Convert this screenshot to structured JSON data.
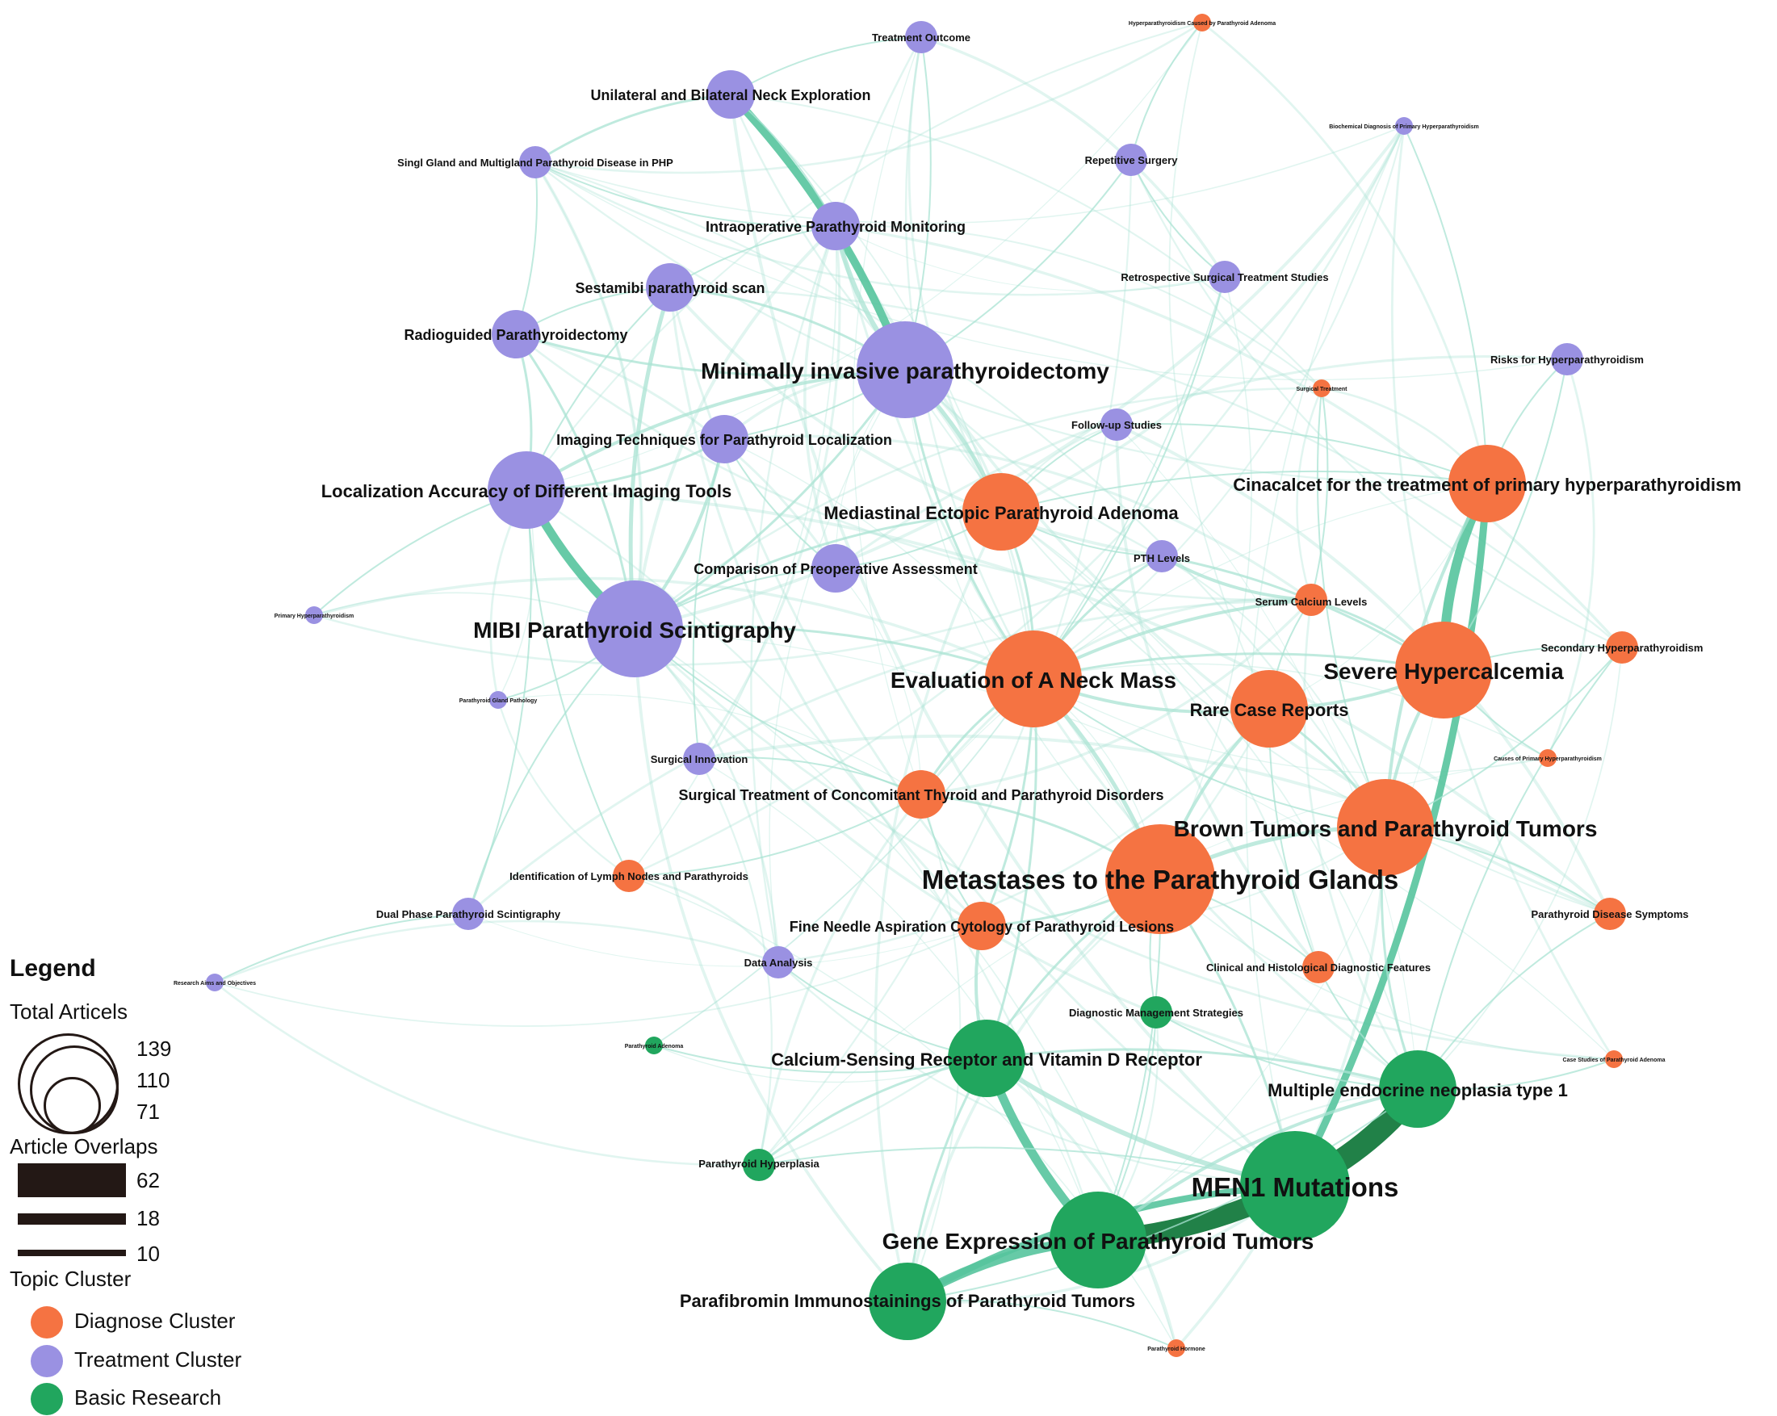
{
  "colors": {
    "diagnose": "#f57342",
    "treatment": "#9a91e2",
    "basic": "#21a65e",
    "edge": "#a9e3d3",
    "edge_strong": "#57c49d",
    "edge_darkest": "#157a3e",
    "background": "#ffffff",
    "ink": "#231815"
  },
  "legend": {
    "title": "Legend",
    "size_heading": "Total Articels",
    "size_values": [
      "139",
      "110",
      "71"
    ],
    "overlap_heading": "Article Overlaps",
    "overlap_values": [
      "62",
      "18",
      "10"
    ],
    "cluster_heading": "Topic Cluster",
    "clusters": [
      {
        "key": "diagnose",
        "label": "Diagnose Cluster"
      },
      {
        "key": "treatment",
        "label": "Treatment Cluster"
      },
      {
        "key": "basic",
        "label": "Basic Research"
      }
    ]
  },
  "nodes": [
    {
      "id": "treatment-outcome",
      "label": "Treatment Outcome",
      "cluster": "treatment",
      "size": "small"
    },
    {
      "id": "hpt-parathyroid-adenoma",
      "label": "Hyperparathyroidism Caused by Parathyroid Adenoma",
      "cluster": "diagnose",
      "size": "tiny"
    },
    {
      "id": "neck-exploration",
      "label": "Unilateral and Bilateral Neck Exploration",
      "cluster": "treatment",
      "size": "medium"
    },
    {
      "id": "biochemical-diagnosis",
      "label": "Biochemical Diagnosis of Primary Hyperparathyroidism",
      "cluster": "treatment",
      "size": "tiny"
    },
    {
      "id": "single-multigland",
      "label": "Singl Gland and Multigland Parathyroid Disease in PHP",
      "cluster": "treatment",
      "size": "small"
    },
    {
      "id": "repetitive-surgery",
      "label": "Repetitive Surgery",
      "cluster": "treatment",
      "size": "small"
    },
    {
      "id": "intraoperative-monitoring",
      "label": "Intraoperative Parathyroid Monitoring",
      "cluster": "treatment",
      "size": "medium"
    },
    {
      "id": "sestamibi-scan",
      "label": "Sestamibi parathyroid scan",
      "cluster": "treatment",
      "size": "medium"
    },
    {
      "id": "retrospective-surgical",
      "label": "Retrospective Surgical Treatment Studies",
      "cluster": "treatment",
      "size": "small"
    },
    {
      "id": "radioguided",
      "label": "Radioguided Parathyroidectomy",
      "cluster": "treatment",
      "size": "medium"
    },
    {
      "id": "risks-hpt",
      "label": "Risks for Hyperparathyroidism",
      "cluster": "treatment",
      "size": "small"
    },
    {
      "id": "minimally-invasive",
      "label": "Minimally invasive parathyroidectomy",
      "cluster": "treatment",
      "size": "xlarge"
    },
    {
      "id": "surgical-treatment",
      "label": "Surgical Treatment",
      "cluster": "diagnose",
      "size": "tiny"
    },
    {
      "id": "follow-up",
      "label": "Follow-up Studies",
      "cluster": "treatment",
      "size": "small"
    },
    {
      "id": "imaging-techniques",
      "label": "Imaging Techniques for Parathyroid Localization",
      "cluster": "treatment",
      "size": "medium"
    },
    {
      "id": "cinacalcet",
      "label": "Cinacalcet for the treatment of primary hyperparathyroidism",
      "cluster": "diagnose",
      "size": "large"
    },
    {
      "id": "localization-accuracy",
      "label": "Localization Accuracy of Different Imaging Tools",
      "cluster": "treatment",
      "size": "large"
    },
    {
      "id": "mediastinal-ectopic",
      "label": "Mediastinal Ectopic Parathyroid Adenoma",
      "cluster": "diagnose",
      "size": "large"
    },
    {
      "id": "pth-levels",
      "label": "PTH Levels",
      "cluster": "treatment",
      "size": "small"
    },
    {
      "id": "preoperative-assessment",
      "label": "Comparison of Preoperative Assessment",
      "cluster": "treatment",
      "size": "medium"
    },
    {
      "id": "serum-calcium",
      "label": "Serum Calcium Levels",
      "cluster": "diagnose",
      "size": "small"
    },
    {
      "id": "primary-hpt",
      "label": "Primary Hyperparathyroidism",
      "cluster": "treatment",
      "size": "tiny"
    },
    {
      "id": "mibi-scintigraphy",
      "label": "MIBI Parathyroid Scintigraphy",
      "cluster": "treatment",
      "size": "xlarge"
    },
    {
      "id": "secondary-hpt",
      "label": "Secondary Hyperparathyroidism",
      "cluster": "diagnose",
      "size": "small"
    },
    {
      "id": "neck-mass",
      "label": "Evaluation of A Neck Mass",
      "cluster": "diagnose",
      "size": "xlarge"
    },
    {
      "id": "severe-hypercalcemia",
      "label": "Severe Hypercalcemia",
      "cluster": "diagnose",
      "size": "xlarge"
    },
    {
      "id": "rare-case-reports",
      "label": "Rare Case Reports",
      "cluster": "diagnose",
      "size": "large"
    },
    {
      "id": "gland-pathology",
      "label": "Parathyroid Gland Pathology",
      "cluster": "treatment",
      "size": "tiny"
    },
    {
      "id": "causes-primary-hpt",
      "label": "Causes of Primary Hyperparathyroidism",
      "cluster": "diagnose",
      "size": "tiny"
    },
    {
      "id": "surgical-innovation",
      "label": "Surgical Innovation",
      "cluster": "treatment",
      "size": "small"
    },
    {
      "id": "concomitant-thyroid",
      "label": "Surgical Treatment of Concomitant Thyroid and Parathyroid Disorders",
      "cluster": "diagnose",
      "size": "medium"
    },
    {
      "id": "brown-tumors",
      "label": "Brown Tumors and Parathyroid Tumors",
      "cluster": "diagnose",
      "size": "xlarge"
    },
    {
      "id": "lymph-nodes",
      "label": "Identification of Lymph Nodes and Parathyroids",
      "cluster": "diagnose",
      "size": "small"
    },
    {
      "id": "metastases",
      "label": "Metastases to the Parathyroid Glands",
      "cluster": "diagnose",
      "size": "xxlarge"
    },
    {
      "id": "dual-phase",
      "label": "Dual Phase Parathyroid Scintigraphy",
      "cluster": "treatment",
      "size": "small"
    },
    {
      "id": "fna-cytology",
      "label": "Fine Needle Aspiration Cytology of Parathyroid Lesions",
      "cluster": "diagnose",
      "size": "medium"
    },
    {
      "id": "disease-symptoms",
      "label": "Parathyroid Disease Symptoms",
      "cluster": "diagnose",
      "size": "small"
    },
    {
      "id": "data-analysis",
      "label": "Data Analysis",
      "cluster": "treatment",
      "size": "small"
    },
    {
      "id": "clinical-histological",
      "label": "Clinical and Histological Diagnostic Features",
      "cluster": "diagnose",
      "size": "small"
    },
    {
      "id": "research-aims",
      "label": "Research Aims and Objectives",
      "cluster": "treatment",
      "size": "tiny"
    },
    {
      "id": "diagnostic-management",
      "label": "Diagnostic Management Strategies",
      "cluster": "basic",
      "size": "small"
    },
    {
      "id": "parathyroid-adenoma",
      "label": "Parathyroid Adenoma",
      "cluster": "basic",
      "size": "tiny"
    },
    {
      "id": "casr-vdr",
      "label": "Calcium-Sensing Receptor and Vitamin D Receptor",
      "cluster": "basic",
      "size": "large"
    },
    {
      "id": "case-studies-adenoma",
      "label": "Case Studies of Parathyroid Adenoma",
      "cluster": "diagnose",
      "size": "tiny"
    },
    {
      "id": "men1",
      "label": "Multiple endocrine neoplasia type 1",
      "cluster": "basic",
      "size": "large"
    },
    {
      "id": "parathyroid-hyperplasia",
      "label": "Parathyroid Hyperplasia",
      "cluster": "basic",
      "size": "small"
    },
    {
      "id": "men1-mutations",
      "label": "MEN1 Mutations",
      "cluster": "basic",
      "size": "xxlarge"
    },
    {
      "id": "gene-expression",
      "label": "Gene Expression of Parathyroid Tumors",
      "cluster": "basic",
      "size": "xlarge"
    },
    {
      "id": "parafibromin",
      "label": "Parafibromin Immunostainings of Parathyroid Tumors",
      "cluster": "basic",
      "size": "large"
    },
    {
      "id": "parathyroid-hormone",
      "label": "Parathyroid Hormone",
      "cluster": "diagnose",
      "size": "tiny"
    }
  ],
  "edges": [
    {
      "source": "men1-mutations",
      "target": "men1",
      "overlap": 62
    },
    {
      "source": "men1-mutations",
      "target": "gene-expression",
      "overlap": 55
    },
    {
      "source": "gene-expression",
      "target": "parafibromin",
      "overlap": 30
    },
    {
      "source": "gene-expression",
      "target": "casr-vdr",
      "overlap": 28
    },
    {
      "source": "men1-mutations",
      "target": "parafibromin",
      "overlap": 22
    },
    {
      "source": "men1-mutations",
      "target": "casr-vdr",
      "overlap": 18
    },
    {
      "source": "cinacalcet",
      "target": "severe-hypercalcemia",
      "overlap": 30
    },
    {
      "source": "cinacalcet",
      "target": "men1-mutations",
      "overlap": 24
    },
    {
      "source": "cinacalcet",
      "target": "brown-tumors",
      "overlap": 14
    },
    {
      "source": "mibi-scintigraphy",
      "target": "localization-accuracy",
      "overlap": 28
    },
    {
      "source": "mibi-scintigraphy",
      "target": "radioguided",
      "overlap": 12
    },
    {
      "source": "mibi-scintigraphy",
      "target": "sestamibi-scan",
      "overlap": 16
    },
    {
      "source": "mibi-scintigraphy",
      "target": "imaging-techniques",
      "overlap": 14
    },
    {
      "source": "mibi-scintigraphy",
      "target": "neck-mass",
      "overlap": 12
    },
    {
      "source": "mibi-scintigraphy",
      "target": "dual-phase",
      "overlap": 10
    },
    {
      "source": "neck-exploration",
      "target": "minimally-invasive",
      "overlap": 26
    },
    {
      "source": "neck-exploration",
      "target": "single-multigland",
      "overlap": 12
    },
    {
      "source": "neck-exploration",
      "target": "intraoperative-monitoring",
      "overlap": 10
    },
    {
      "source": "intraoperative-monitoring",
      "target": "minimally-invasive",
      "overlap": 18
    },
    {
      "source": "minimally-invasive",
      "target": "mediastinal-ectopic",
      "overlap": 16
    },
    {
      "source": "minimally-invasive",
      "target": "localization-accuracy",
      "overlap": 14
    },
    {
      "source": "minimally-invasive",
      "target": "radioguided",
      "overlap": 12
    },
    {
      "source": "minimally-invasive",
      "target": "sestamibi-scan",
      "overlap": 12
    },
    {
      "source": "minimally-invasive",
      "target": "imaging-techniques",
      "overlap": 10
    },
    {
      "source": "minimally-invasive",
      "target": "neck-mass",
      "overlap": 12
    },
    {
      "source": "minimally-invasive",
      "target": "mibi-scintigraphy",
      "overlap": 12
    },
    {
      "source": "localization-accuracy",
      "target": "radioguided",
      "overlap": 12
    },
    {
      "source": "localization-accuracy",
      "target": "sestamibi-scan",
      "overlap": 10
    },
    {
      "source": "localization-accuracy",
      "target": "imaging-techniques",
      "overlap": 12
    },
    {
      "source": "neck-mass",
      "target": "metastases",
      "overlap": 16
    },
    {
      "source": "neck-mass",
      "target": "rare-case-reports",
      "overlap": 14
    },
    {
      "source": "neck-mass",
      "target": "severe-hypercalcemia",
      "overlap": 12
    },
    {
      "source": "neck-mass",
      "target": "mediastinal-ectopic",
      "overlap": 12
    },
    {
      "source": "neck-mass",
      "target": "serum-calcium",
      "overlap": 14
    },
    {
      "source": "neck-mass",
      "target": "concomitant-thyroid",
      "overlap": 12
    },
    {
      "source": "neck-mass",
      "target": "fna-cytology",
      "overlap": 12
    },
    {
      "source": "neck-mass",
      "target": "brown-tumors",
      "overlap": 10
    },
    {
      "source": "neck-mass",
      "target": "casr-vdr",
      "overlap": 12
    },
    {
      "source": "pth-levels",
      "target": "serum-calcium",
      "overlap": 14
    },
    {
      "source": "pth-levels",
      "target": "severe-hypercalcemia",
      "overlap": 12
    },
    {
      "source": "pth-levels",
      "target": "neck-mass",
      "overlap": 12
    },
    {
      "source": "serum-calcium",
      "target": "severe-hypercalcemia",
      "overlap": 12
    },
    {
      "source": "serum-calcium",
      "target": "rare-case-reports",
      "overlap": 10
    },
    {
      "source": "severe-hypercalcemia",
      "target": "rare-case-reports",
      "overlap": 14
    },
    {
      "source": "severe-hypercalcemia",
      "target": "brown-tumors",
      "overlap": 14
    },
    {
      "source": "severe-hypercalcemia",
      "target": "secondary-hpt",
      "overlap": 10
    },
    {
      "source": "rare-case-reports",
      "target": "metastases",
      "overlap": 14
    },
    {
      "source": "rare-case-reports",
      "target": "brown-tumors",
      "overlap": 12
    },
    {
      "source": "brown-tumors",
      "target": "metastases",
      "overlap": 16
    },
    {
      "source": "brown-tumors",
      "target": "disease-symptoms",
      "overlap": 10
    },
    {
      "source": "brown-tumors",
      "target": "men1",
      "overlap": 12
    },
    {
      "source": "metastases",
      "target": "fna-cytology",
      "overlap": 12
    },
    {
      "source": "metastases",
      "target": "concomitant-thyroid",
      "overlap": 12
    },
    {
      "source": "metastases",
      "target": "clinical-histological",
      "overlap": 10
    },
    {
      "source": "metastases",
      "target": "casr-vdr",
      "overlap": 12
    },
    {
      "source": "metastases",
      "target": "men1-mutations",
      "overlap": 12
    },
    {
      "source": "metastases",
      "target": "diagnostic-management",
      "overlap": 10
    },
    {
      "source": "metastases",
      "target": "gene-expression",
      "overlap": 10
    },
    {
      "source": "fna-cytology",
      "target": "casr-vdr",
      "overlap": 14
    },
    {
      "source": "fna-cytology",
      "target": "concomitant-thyroid",
      "overlap": 10
    },
    {
      "source": "concomitant-thyroid",
      "target": "surgical-innovation",
      "overlap": 10
    },
    {
      "source": "concomitant-thyroid",
      "target": "mibi-scintigraphy",
      "overlap": 10
    },
    {
      "source": "mediastinal-ectopic",
      "target": "mibi-scintigraphy",
      "overlap": 12
    },
    {
      "source": "mediastinal-ectopic",
      "target": "preoperative-assessment",
      "overlap": 10
    },
    {
      "source": "mediastinal-ectopic",
      "target": "pth-levels",
      "overlap": 10
    },
    {
      "source": "mediastinal-ectopic",
      "target": "cinacalcet",
      "overlap": 10
    },
    {
      "source": "preoperative-assessment",
      "target": "mibi-scintigraphy",
      "overlap": 10
    },
    {
      "source": "preoperative-assessment",
      "target": "imaging-techniques",
      "overlap": 10
    },
    {
      "source": "clinical-histological",
      "target": "men1",
      "overlap": 10
    },
    {
      "source": "clinical-histological",
      "target": "rare-case-reports",
      "overlap": 10
    },
    {
      "source": "casr-vdr",
      "target": "parathyroid-hyperplasia",
      "overlap": 12
    },
    {
      "source": "casr-vdr",
      "target": "men1",
      "overlap": 12
    },
    {
      "source": "men1",
      "target": "gene-expression",
      "overlap": 14
    },
    {
      "source": "parafibromin",
      "target": "casr-vdr",
      "overlap": 12
    },
    {
      "source": "parafibromin",
      "target": "men1",
      "overlap": 10
    },
    {
      "source": "parathyroid-hyperplasia",
      "target": "men1-mutations",
      "overlap": 10
    },
    {
      "source": "lymph-nodes",
      "target": "concomitant-thyroid",
      "overlap": 10
    },
    {
      "source": "lymph-nodes",
      "target": "localization-accuracy",
      "overlap": 10
    },
    {
      "source": "data-analysis",
      "target": "casr-vdr",
      "overlap": 10
    },
    {
      "source": "surgical-innovation",
      "target": "imaging-techniques",
      "overlap": 10
    },
    {
      "source": "dual-phase",
      "target": "localization-accuracy",
      "overlap": 10
    },
    {
      "source": "single-multigland",
      "target": "radioguided",
      "overlap": 10
    },
    {
      "source": "single-multigland",
      "target": "intraoperative-monitoring",
      "overlap": 10
    },
    {
      "source": "treatment-outcome",
      "target": "minimally-invasive",
      "overlap": 10
    },
    {
      "source": "treatment-outcome",
      "target": "neck-exploration",
      "overlap": 10
    },
    {
      "source": "repetitive-surgery",
      "target": "minimally-invasive",
      "overlap": 10
    },
    {
      "source": "repetitive-surgery",
      "target": "retrospective-surgical",
      "overlap": 10
    },
    {
      "source": "retrospective-surgical",
      "target": "neck-mass",
      "overlap": 10
    },
    {
      "source": "follow-up",
      "target": "mediastinal-ectopic",
      "overlap": 10
    },
    {
      "source": "follow-up",
      "target": "cinacalcet",
      "overlap": 10
    },
    {
      "source": "risks-hpt",
      "target": "cinacalcet",
      "overlap": 10
    },
    {
      "source": "risks-hpt",
      "target": "severe-hypercalcemia",
      "overlap": 10
    },
    {
      "source": "surgical-treatment",
      "target": "brown-tumors",
      "overlap": 10
    },
    {
      "source": "surgical-treatment",
      "target": "serum-calcium",
      "overlap": 10
    },
    {
      "source": "secondary-hpt",
      "target": "men1",
      "overlap": 10
    },
    {
      "source": "secondary-hpt",
      "target": "brown-tumors",
      "overlap": 10
    },
    {
      "source": "disease-symptoms",
      "target": "men1",
      "overlap": 10
    },
    {
      "source": "causes-primary-hpt",
      "target": "severe-hypercalcemia",
      "overlap": 10
    },
    {
      "source": "diagnostic-management",
      "target": "men1",
      "overlap": 10
    },
    {
      "source": "diagnostic-management",
      "target": "gene-expression",
      "overlap": 10
    },
    {
      "source": "parathyroid-hormone",
      "target": "parafibromin",
      "overlap": 10
    },
    {
      "source": "case-studies-adenoma",
      "target": "men1",
      "overlap": 10
    },
    {
      "source": "parathyroid-adenoma",
      "target": "casr-vdr",
      "overlap": 10
    },
    {
      "source": "primary-hpt",
      "target": "localization-accuracy",
      "overlap": 10
    },
    {
      "source": "gland-pathology",
      "target": "mibi-scintigraphy",
      "overlap": 10
    },
    {
      "source": "research-aims",
      "target": "dual-phase",
      "overlap": 10
    },
    {
      "source": "hpt-parathyroid-adenoma",
      "target": "repetitive-surgery",
      "overlap": 10
    },
    {
      "source": "biochemical-diagnosis",
      "target": "cinacalcet",
      "overlap": 10
    },
    {
      "source": "sestamibi-scan",
      "target": "radioguided",
      "overlap": 10
    },
    {
      "source": "sestamibi-scan",
      "target": "intraoperative-monitoring",
      "overlap": 10
    }
  ]
}
